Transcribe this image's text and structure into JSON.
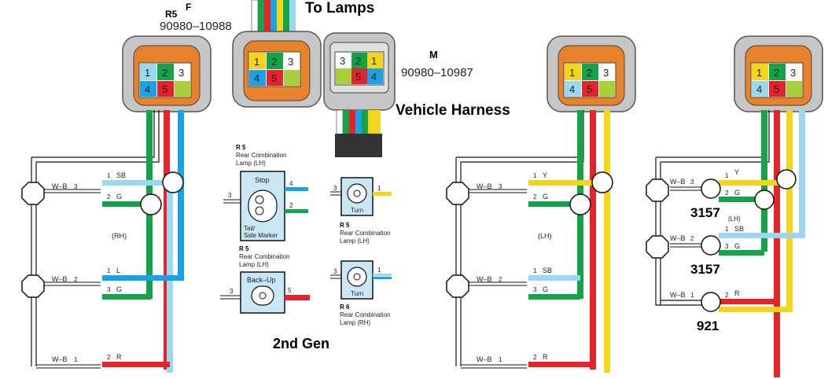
{
  "colors": {
    "green": "#16a24a",
    "red": "#e3242b",
    "blue": "#1aa2e6",
    "lightblue": "#9ad8f0",
    "yellow": "#f5d41c",
    "orange": "#e8822a",
    "lightgreen": "#a6cf3a",
    "box": "#c9e7f5",
    "wire_black": "#111111",
    "gray": "#c6c6c6"
  },
  "header": {
    "r5_label": "R5",
    "f_label": "F",
    "part_f": "90980–10988",
    "to_lamps": "To Lamps",
    "m_label": "M",
    "part_m": "90980–10987",
    "vehicle_harness": "Vehicle Harness",
    "second_gen": "2nd Gen"
  },
  "connector_pins": {
    "f_top": [
      "1",
      "2",
      "3"
    ],
    "f_bottom": [
      "4",
      "5"
    ],
    "m_top": [
      "3",
      "2",
      "1"
    ],
    "m_bottom": [
      "5",
      "4"
    ]
  },
  "rh_diagram": {
    "side_label": "(RH)",
    "wb": "W–B",
    "rows": [
      {
        "pin_in": "3",
        "pin_out": "1",
        "wire": "SB"
      },
      {
        "pin_out": "2",
        "wire": "G"
      },
      {
        "pin_in": "2",
        "pin_out": "1",
        "wire": "L"
      },
      {
        "pin_out": "3",
        "wire": "G"
      },
      {
        "pin_in": "1",
        "pin_out": "2",
        "wire": "R"
      }
    ]
  },
  "lh_diagram": {
    "side_label": "(LH)",
    "wb": "W–B",
    "rows": [
      {
        "pin_in": "3",
        "pin_out": "1",
        "wire": "Y"
      },
      {
        "pin_out": "2",
        "wire": "G"
      },
      {
        "pin_in": "2",
        "pin_out": "1",
        "wire": "SB"
      },
      {
        "pin_out": "3",
        "wire": "G"
      },
      {
        "pin_in": "1",
        "pin_out": "2",
        "wire": "R"
      }
    ]
  },
  "lh_bulb_diagram": {
    "side_label": "(LH)",
    "wb": "W–B",
    "bulb_1": "3157",
    "bulb_2": "3157",
    "bulb_3": "921",
    "rows": [
      {
        "pin_in": "3",
        "pin_out": "1",
        "wire": "Y"
      },
      {
        "pin_out": "2",
        "wire": "G"
      },
      {
        "pin_in": "2",
        "pin_out": "1",
        "wire": "SB"
      },
      {
        "pin_out": "3",
        "wire": "G"
      },
      {
        "pin_in": "1",
        "pin_out": "2",
        "wire": "R"
      }
    ]
  },
  "lamps": {
    "stop": {
      "ref": "R 5",
      "desc_1": "Rear Combination",
      "desc_2": "Lamp (LH)",
      "top_label": "Stop",
      "bottom_label_1": "Tail/",
      "bottom_label_2": "Side Marker",
      "pin_left": "3",
      "pin_right_top": "4",
      "pin_right_bottom": "2"
    },
    "turn_lh": {
      "label": "Turn",
      "ref": "R 5",
      "desc_1": "Rear Combination",
      "desc_2": "Lamp (LH)",
      "pin_left": "3",
      "pin_right": "1"
    },
    "backup": {
      "ref": "R 5",
      "desc_1": "Rear Combination",
      "desc_2": "Lamp (LH)",
      "label": "Back–Up",
      "pin_left": "3",
      "pin_right": "5"
    },
    "turn_rh": {
      "label": "Turn",
      "ref": "R 6",
      "desc_1": "Rear Combination",
      "desc_2": "Lamp (RH)",
      "pin_left": "3",
      "pin_right": "1"
    }
  }
}
